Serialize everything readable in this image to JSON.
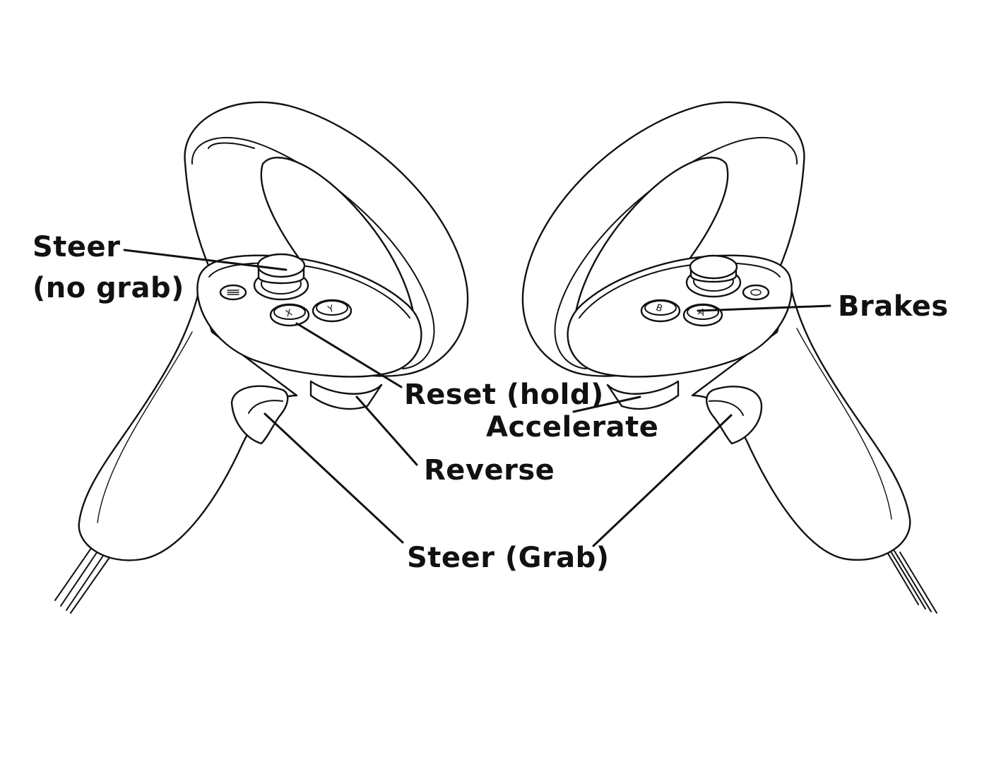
{
  "labels": {
    "steer_no_grab_line1": "Steer",
    "steer_no_grab_line2": "(no grab)",
    "brakes": "Brakes",
    "reset_hold": "Reset (hold)",
    "accelerate": "Accelerate",
    "reverse": "Reverse",
    "steer_grab": "Steer (Grab)"
  },
  "buttons": {
    "left_x": "X",
    "left_y": "Y",
    "right_a": "A",
    "right_b": "B"
  },
  "colors": {
    "line": "#111111",
    "background": "#ffffff"
  }
}
